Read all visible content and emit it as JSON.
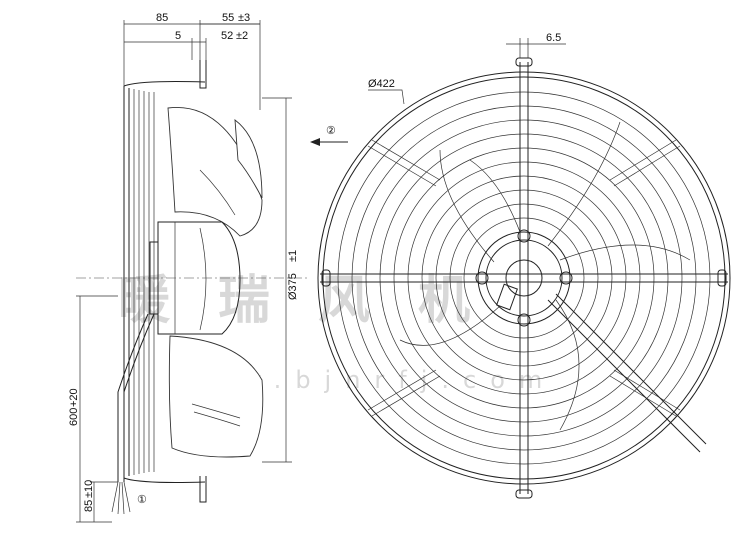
{
  "side_view": {
    "dims": {
      "overall_depth": "85",
      "guard_depth": "55",
      "guard_depth_tol": "±3",
      "offset": "5",
      "bracket_depth": "52",
      "bracket_depth_tol": "±2",
      "diameter": "Ø375",
      "diameter_tol": "±1",
      "cable_length": "600",
      "cable_length_tol": "+20",
      "strip_length": "85",
      "strip_length_tol": "±10"
    },
    "callout_1": "①"
  },
  "front_view": {
    "dims": {
      "guard_diameter": "Ø422",
      "rod_width": "6.5"
    },
    "callout_2": "②"
  },
  "watermark": {
    "main": "暖瑞风机",
    "url": "www.bjnrfj.com"
  }
}
